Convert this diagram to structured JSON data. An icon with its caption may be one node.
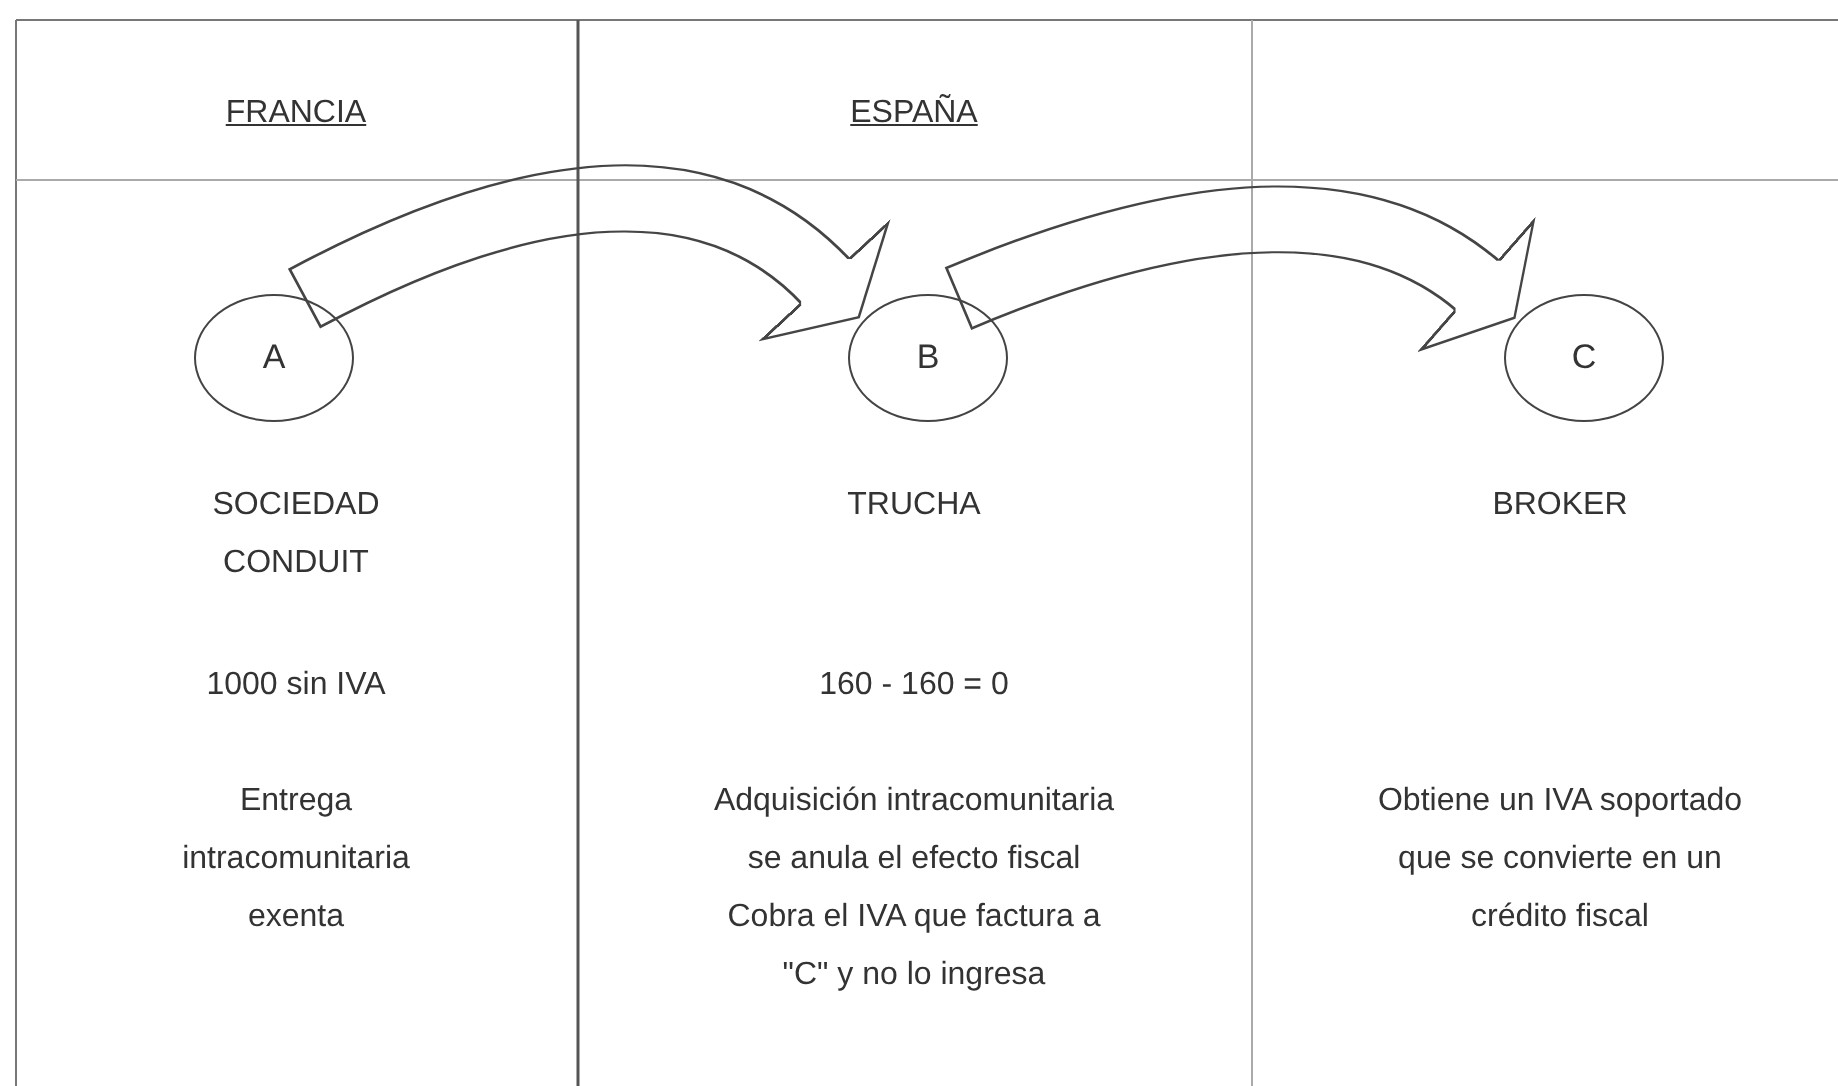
{
  "diagram": {
    "nodes": [
      {
        "text": [
          "A"
        ],
        "beside": [
          "SOCIEDAD CONDUIT",
          "1000 sin IVA",
          "Entrega intracomunitaria exenta"
        ]
      },
      {
        "text": [
          "B"
        ],
        "beside": [
          "TRUCHA",
          "160 - 160 = 0",
          "Adquisición intracomunitaria se anula el efecto fiscal Cobra el IVA que factura a \"C\" y no lo ingresa"
        ]
      },
      {
        "text": [
          "C"
        ],
        "beside": [
          "BROKER"
        ]
      }
    ],
    "edges": [
      {
        "from": 0,
        "to": 1,
        "arrow": "to"
      },
      {
        "from": 1,
        "to": 2,
        "arrow": "to"
      }
    ],
    "labels": [
      "FRANCIA",
      "ESPAÑA",
      "Obtiene un IVA soportado que se convierte en un crédito fiscal"
    ]
  }
}
